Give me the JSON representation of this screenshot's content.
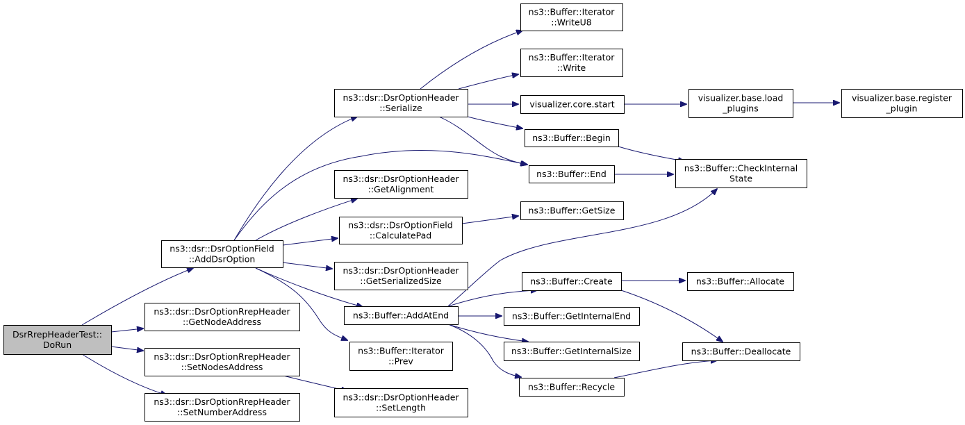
{
  "nodes": [
    {
      "id": "root",
      "lines": [
        "DsrRrepHeaderTest::",
        "DoRun"
      ],
      "root": true
    },
    {
      "id": "addDsrOption",
      "lines": [
        "ns3::dsr::DsrOptionField",
        "::AddDsrOption"
      ]
    },
    {
      "id": "getNodeAddress",
      "lines": [
        "ns3::dsr::DsrOptionRrepHeader",
        "::GetNodeAddress"
      ]
    },
    {
      "id": "setNodesAddress",
      "lines": [
        "ns3::dsr::DsrOptionRrepHeader",
        "::SetNodesAddress"
      ]
    },
    {
      "id": "setNumberAddress",
      "lines": [
        "ns3::dsr::DsrOptionRrepHeader",
        "::SetNumberAddress"
      ]
    },
    {
      "id": "serialize",
      "lines": [
        "ns3::dsr::DsrOptionHeader",
        "::Serialize"
      ]
    },
    {
      "id": "getAlignment",
      "lines": [
        "ns3::dsr::DsrOptionHeader",
        "::GetAlignment"
      ]
    },
    {
      "id": "calculatePad",
      "lines": [
        "ns3::dsr::DsrOptionField",
        "::CalculatePad"
      ]
    },
    {
      "id": "getSerializedSize",
      "lines": [
        "ns3::dsr::DsrOptionHeader",
        "::GetSerializedSize"
      ]
    },
    {
      "id": "addAtEnd",
      "lines": [
        "ns3::Buffer::AddAtEnd"
      ]
    },
    {
      "id": "iterPrev",
      "lines": [
        "ns3::Buffer::Iterator",
        "::Prev"
      ]
    },
    {
      "id": "setLength",
      "lines": [
        "ns3::dsr::DsrOptionHeader",
        "::SetLength"
      ]
    },
    {
      "id": "writeU8",
      "lines": [
        "ns3::Buffer::Iterator",
        "::WriteU8"
      ]
    },
    {
      "id": "write",
      "lines": [
        "ns3::Buffer::Iterator",
        "::Write"
      ]
    },
    {
      "id": "coreStart",
      "lines": [
        "visualizer.core.start"
      ]
    },
    {
      "id": "begin",
      "lines": [
        "ns3::Buffer::Begin"
      ]
    },
    {
      "id": "end",
      "lines": [
        "ns3::Buffer::End"
      ]
    },
    {
      "id": "getSize",
      "lines": [
        "ns3::Buffer::GetSize"
      ]
    },
    {
      "id": "create",
      "lines": [
        "ns3::Buffer::Create"
      ]
    },
    {
      "id": "getInternalEnd",
      "lines": [
        "ns3::Buffer::GetInternalEnd"
      ]
    },
    {
      "id": "getInternalSize",
      "lines": [
        "ns3::Buffer::GetInternalSize"
      ]
    },
    {
      "id": "recycle",
      "lines": [
        "ns3::Buffer::Recycle"
      ]
    },
    {
      "id": "loadPlugins",
      "lines": [
        "visualizer.base.load",
        "_plugins"
      ]
    },
    {
      "id": "registerPlugin",
      "lines": [
        "visualizer.base.register",
        "_plugin"
      ]
    },
    {
      "id": "checkInternalState",
      "lines": [
        "ns3::Buffer::CheckInternal",
        "State"
      ]
    },
    {
      "id": "allocate",
      "lines": [
        "ns3::Buffer::Allocate"
      ]
    },
    {
      "id": "deallocate",
      "lines": [
        "ns3::Buffer::Deallocate"
      ]
    }
  ],
  "edges": [
    {
      "from": "root",
      "to": "addDsrOption"
    },
    {
      "from": "root",
      "to": "getNodeAddress"
    },
    {
      "from": "root",
      "to": "setNodesAddress"
    },
    {
      "from": "root",
      "to": "setNumberAddress"
    },
    {
      "from": "addDsrOption",
      "to": "serialize"
    },
    {
      "from": "addDsrOption",
      "to": "end"
    },
    {
      "from": "addDsrOption",
      "to": "getAlignment"
    },
    {
      "from": "addDsrOption",
      "to": "calculatePad"
    },
    {
      "from": "addDsrOption",
      "to": "getSerializedSize"
    },
    {
      "from": "addDsrOption",
      "to": "addAtEnd"
    },
    {
      "from": "addDsrOption",
      "to": "iterPrev"
    },
    {
      "from": "setNodesAddress",
      "to": "setLength"
    },
    {
      "from": "serialize",
      "to": "writeU8"
    },
    {
      "from": "serialize",
      "to": "write"
    },
    {
      "from": "serialize",
      "to": "coreStart"
    },
    {
      "from": "serialize",
      "to": "begin"
    },
    {
      "from": "serialize",
      "to": "end"
    },
    {
      "from": "calculatePad",
      "to": "getSize"
    },
    {
      "from": "addAtEnd",
      "to": "checkInternalState"
    },
    {
      "from": "addAtEnd",
      "to": "create"
    },
    {
      "from": "addAtEnd",
      "to": "getInternalEnd"
    },
    {
      "from": "addAtEnd",
      "to": "getInternalSize"
    },
    {
      "from": "addAtEnd",
      "to": "recycle"
    },
    {
      "from": "coreStart",
      "to": "loadPlugins"
    },
    {
      "from": "loadPlugins",
      "to": "registerPlugin"
    },
    {
      "from": "begin",
      "to": "checkInternalState"
    },
    {
      "from": "end",
      "to": "checkInternalState"
    },
    {
      "from": "create",
      "to": "allocate"
    },
    {
      "from": "create",
      "to": "deallocate"
    },
    {
      "from": "recycle",
      "to": "deallocate"
    }
  ],
  "colors": {
    "edge": "#191970",
    "root_fill": "#bfbfbf",
    "node_fill": "#ffffff",
    "node_stroke": "#000000"
  }
}
